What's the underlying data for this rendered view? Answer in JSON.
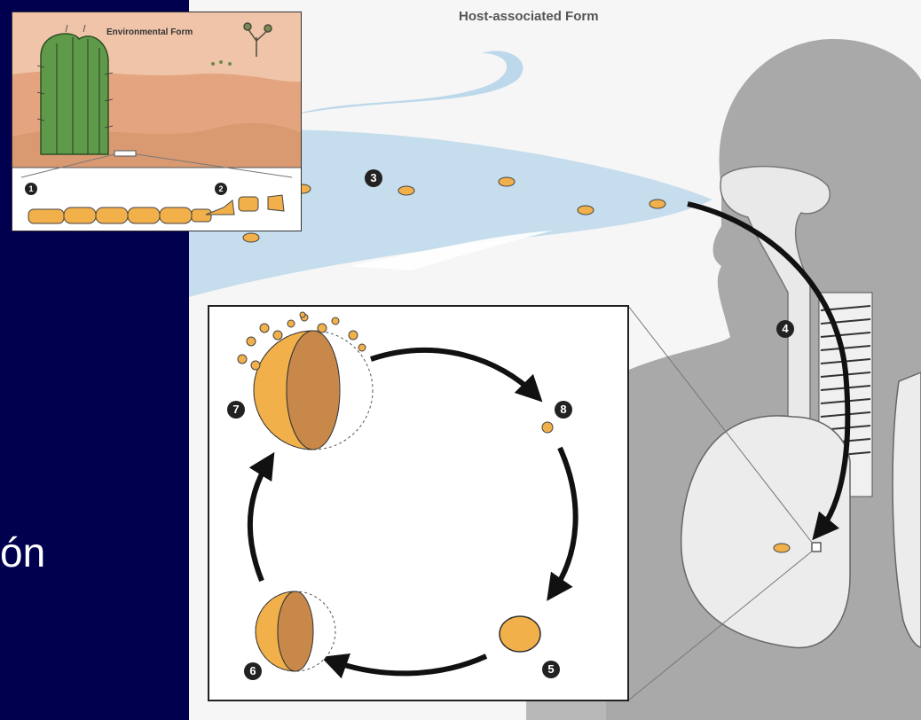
{
  "slide": {
    "text": "ón",
    "background": "#01004f"
  },
  "figure": {
    "env_title": "Environmental Form",
    "host_title": "Host-associated Form",
    "steps": [
      "1",
      "2",
      "3",
      "4",
      "5",
      "6",
      "7",
      "8"
    ]
  },
  "colors": {
    "spore": "#f2b04a",
    "air": "#bcd8ea",
    "body": "#a8a8a8",
    "lung": "#e6e6e6",
    "arrow": "#111111",
    "sand": "#d99a72",
    "cactus": "#5f9a4a"
  }
}
